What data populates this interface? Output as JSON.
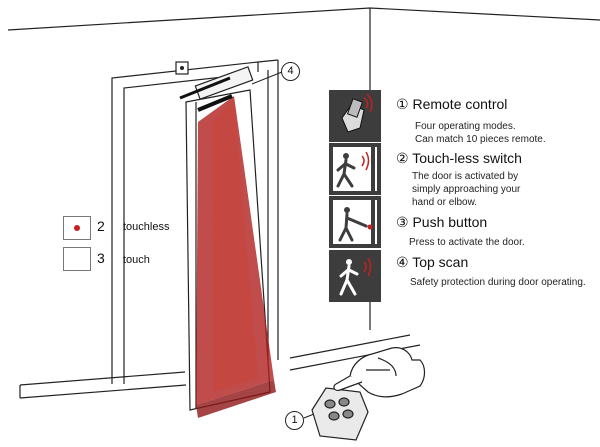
{
  "features": [
    {
      "number": "①",
      "title": "Remote control",
      "desc": [
        "Four operating modes.",
        "Can match 10 pieces remote."
      ],
      "icon": "hand-remote-icon"
    },
    {
      "number": "②",
      "title": "Touch-less switch",
      "desc": [
        "The door is activated by",
        "simply approaching your",
        "hand or elbow."
      ],
      "icon": "walking-person-sensor-icon"
    },
    {
      "number": "③",
      "title": "Push button",
      "desc": [
        "Press to activate the door."
      ],
      "icon": "person-pressing-button-icon"
    },
    {
      "number": "④",
      "title": "Top scan",
      "desc": [
        "Safety protection during door operating."
      ],
      "icon": "walking-person-top-sensor-icon"
    }
  ],
  "legend": [
    {
      "number": "2",
      "label": "touchless",
      "icon": "red-dot-switch-icon"
    },
    {
      "number": "3",
      "label": "touch",
      "icon": "blank-switch-icon"
    }
  ],
  "callouts": {
    "top_scan": "4",
    "remote": "1"
  },
  "colors": {
    "scan_beam": "#b01f1f",
    "icon_tile": "#3d3d3d",
    "sensor_red": "#c51f1f"
  }
}
